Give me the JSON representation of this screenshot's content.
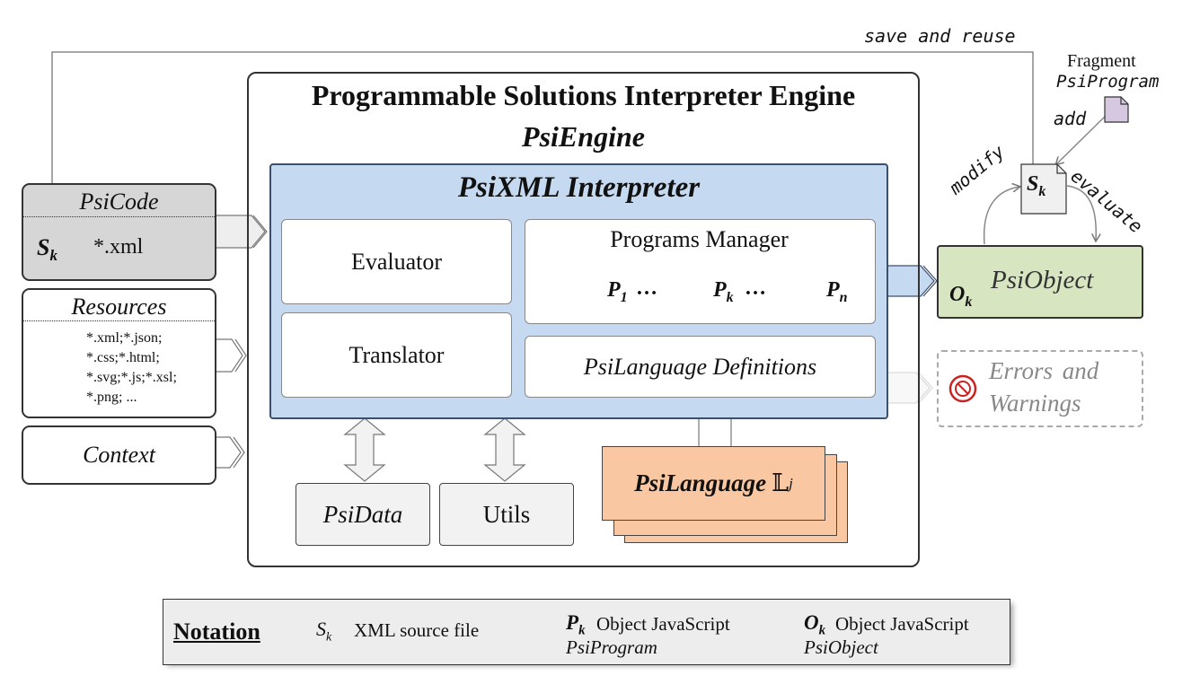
{
  "engine": {
    "title": "Programmable Solutions Interpreter Engine",
    "subtitle": "PsiEngine"
  },
  "interpreter": {
    "title": "PsiXML Interpreter",
    "evaluator": "Evaluator",
    "translator": "Translator",
    "programs_manager": {
      "title": "Programs Manager",
      "programs": [
        {
          "label": "P",
          "sub": "1"
        },
        {
          "label": "P",
          "sub": "k"
        },
        {
          "label": "P",
          "sub": "n"
        }
      ],
      "ellipsis": "…"
    },
    "definitions": "PsiLanguage Definitions"
  },
  "inputs": {
    "psicode": {
      "title": "PsiCode",
      "file_symbol": "S",
      "file_sub": "k",
      "ext": "*.xml"
    },
    "resources": {
      "title": "Resources",
      "lines": [
        "*.xml;*.json;",
        "*.css;*.html;",
        "*.svg;*.js;*.xsl;",
        "*.png; ..."
      ]
    },
    "context": {
      "title": "Context"
    }
  },
  "bottom": {
    "psidata": "PsiData",
    "utils": "Utils",
    "language": {
      "label": "PsiLanguage",
      "symbol": "𝕃",
      "sub": "j"
    }
  },
  "right": {
    "save_and_reuse": "save and reuse",
    "fragment_title": "Fragment",
    "fragment_sub": "PsiProgram",
    "add": "add",
    "modify": "modify",
    "evaluate": "evaluate",
    "sk_symbol": "S",
    "sk_sub": "k",
    "psiobject": {
      "label": "PsiObject",
      "o_symbol": "O",
      "o_sub": "k"
    },
    "errors": [
      "Errors and",
      "Warnings"
    ]
  },
  "notation": {
    "title": "Notation",
    "items": [
      {
        "symbol": "S",
        "sub": "k",
        "text": "XML source file",
        "subtext": ""
      },
      {
        "symbol": "P",
        "sub": "k",
        "text": "Object JavaScript",
        "subtext": "PsiProgram"
      },
      {
        "symbol": "O",
        "sub": "k",
        "text": "Object JavaScript",
        "subtext": "PsiObject"
      }
    ]
  },
  "colors": {
    "interpreter_fill": "#c5d9f0",
    "interpreter_border": "#3d4f6b",
    "psiobject_fill": "#d7e6c1",
    "language_fill": "#f9c8a2",
    "psicode_fill": "#d6d6d6",
    "gear": "#f0d000"
  }
}
